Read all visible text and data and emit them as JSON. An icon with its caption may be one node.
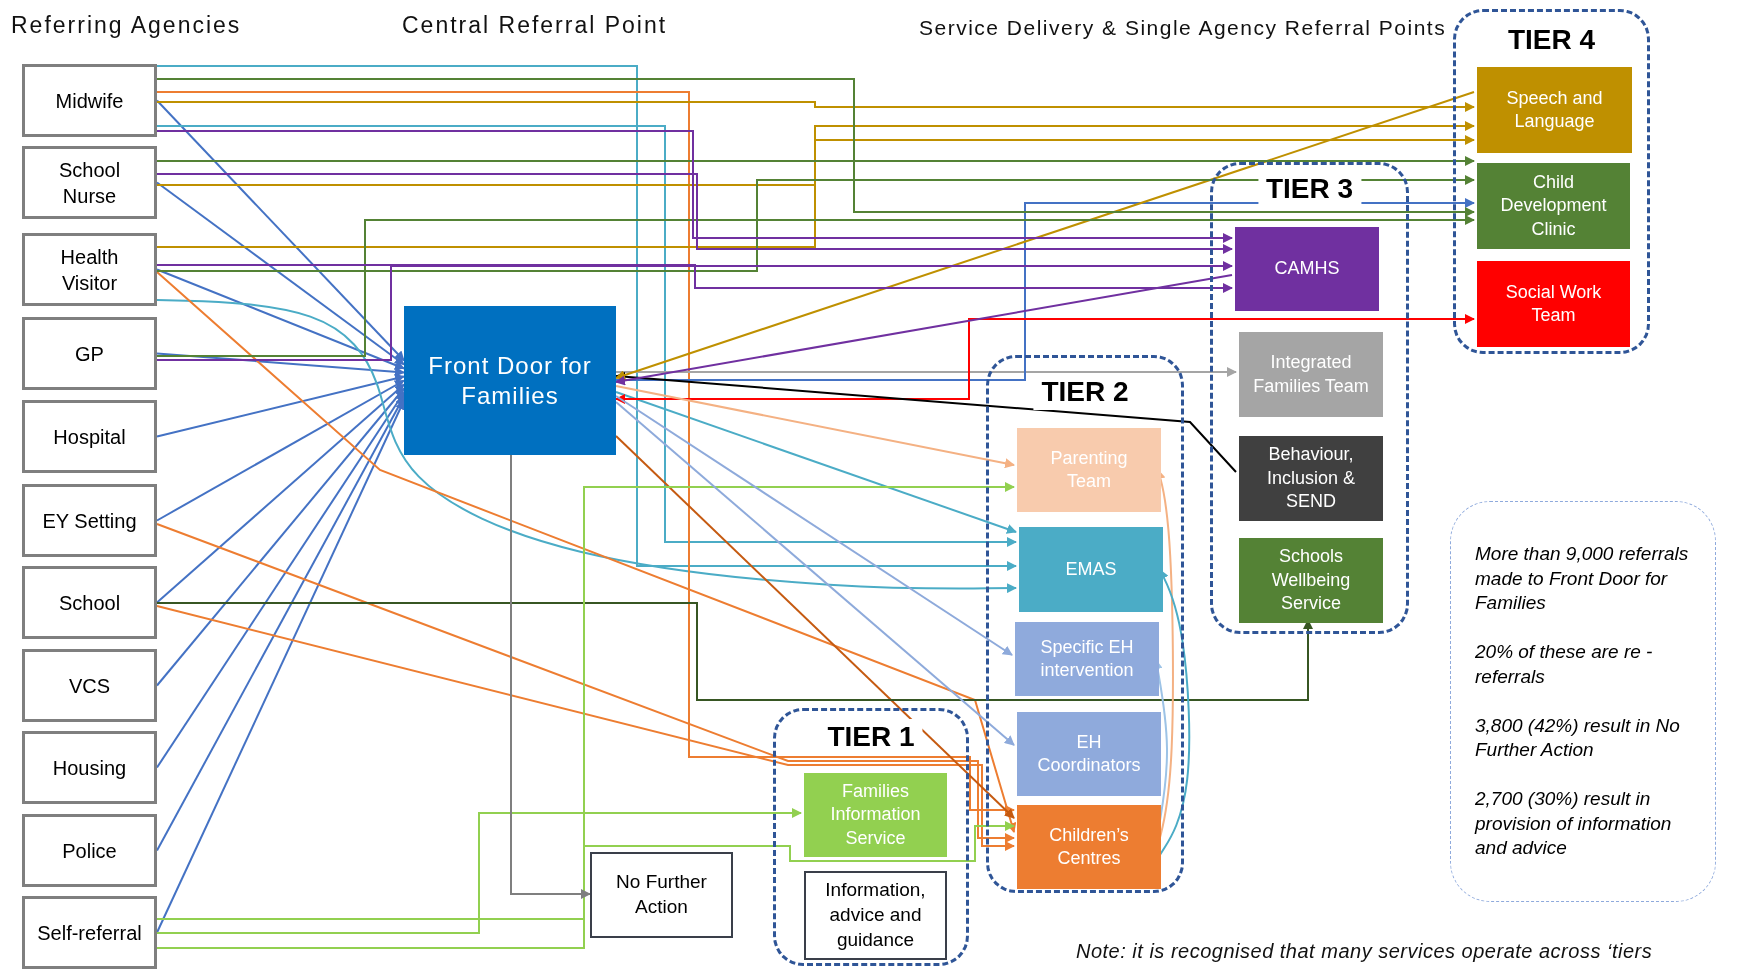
{
  "diagram": {
    "nodes": [
      {
        "text": [
          "Midwife"
        ]
      },
      {
        "text": [
          "School Nurse"
        ]
      },
      {
        "text": [
          "Health Visitor"
        ]
      },
      {
        "text": [
          "GP"
        ]
      },
      {
        "text": [
          "Hospital"
        ]
      },
      {
        "text": [
          "EY Setting"
        ]
      },
      {
        "text": [
          "School"
        ]
      },
      {
        "text": [
          "VCS"
        ]
      },
      {
        "text": [
          "Housing"
        ]
      },
      {
        "text": [
          "Police"
        ]
      },
      {
        "text": [
          "Self-referral"
        ]
      },
      {
        "text": [
          "Front Door for Families"
        ]
      },
      {
        "text": [
          "No Further Action"
        ]
      },
      {
        "text": [
          "TIER 1"
        ]
      },
      {
        "text": [
          "Families Information Service"
        ],
        "in": 13
      },
      {
        "text": [
          "Information, advice and guidance"
        ],
        "in": 13
      },
      {
        "text": [
          "TIER 2"
        ]
      },
      {
        "text": [
          "Parenting Team"
        ],
        "in": 16
      },
      {
        "text": [
          "EMAS"
        ],
        "in": 16
      },
      {
        "text": [
          "Specific EH intervention"
        ],
        "in": 16
      },
      {
        "text": [
          "EH Coordinators"
        ],
        "in": 16
      },
      {
        "text": [
          "Children’s Centres"
        ],
        "in": 16
      },
      {
        "text": [
          "TIER 3"
        ]
      },
      {
        "text": [
          "CAMHS"
        ],
        "in": 22
      },
      {
        "text": [
          "Integrated Families Team"
        ],
        "in": 22
      },
      {
        "text": [
          "Behaviour, Inclusion & SEND"
        ],
        "in": 22
      },
      {
        "text": [
          "Schools Wellbeing Service"
        ],
        "in": 22
      },
      {
        "text": [
          "TIER 4"
        ]
      },
      {
        "text": [
          "Speech and Language"
        ],
        "in": 27
      },
      {
        "text": [
          "Child Development Clinic"
        ],
        "in": 27
      },
      {
        "text": [
          "Social Work Team"
        ],
        "in": 27
      },
      {
        "text": [
          "More than 9,000 referrals made to Front Door for Families",
          "20% of these are re - referrals",
          "3,800 (42%) result in No Further Action",
          "2,700 (30%) result in provision of information and advice"
        ]
      }
    ],
    "edges": [
      {
        "from": 0,
        "to": 11,
        "arrow": "to"
      },
      {
        "from": 1,
        "to": 11,
        "arrow": "to"
      },
      {
        "from": 2,
        "to": 11,
        "arrow": "to"
      },
      {
        "from": 3,
        "to": 11,
        "arrow": "to"
      },
      {
        "from": 4,
        "to": 11,
        "arrow": "to"
      },
      {
        "from": 5,
        "to": 11,
        "arrow": "to"
      },
      {
        "from": 6,
        "to": 11,
        "arrow": "to"
      },
      {
        "from": 7,
        "to": 11,
        "arrow": "to"
      },
      {
        "from": 8,
        "to": 11,
        "arrow": "to"
      },
      {
        "from": 9,
        "to": 11,
        "arrow": "to"
      },
      {
        "from": 10,
        "to": 11,
        "arrow": "to"
      },
      {
        "from": 0,
        "to": 18,
        "arrow": "to",
        "color": "#4bacc6"
      },
      {
        "from": 0,
        "to": 18,
        "arrow": "to",
        "color": "#4bacc6"
      },
      {
        "from": 2,
        "to": 18,
        "arrow": "to",
        "color": "#4bacc6"
      },
      {
        "from": 11,
        "to": 18,
        "arrow": "to",
        "color": "#4bacc6"
      },
      {
        "from": 0,
        "to": 21,
        "arrow": "to",
        "color": "#ed7d31"
      },
      {
        "from": 2,
        "to": 21,
        "arrow": "to",
        "color": "#ed7d31"
      },
      {
        "from": 5,
        "to": 21,
        "arrow": "to",
        "color": "#ed7d31"
      },
      {
        "from": 6,
        "to": 21,
        "arrow": "to",
        "color": "#ed7d31"
      },
      {
        "from": 11,
        "to": 21,
        "arrow": "to",
        "color": "#c55a11"
      },
      {
        "from": 6,
        "to": 26,
        "arrow": "to",
        "color": "#375623"
      },
      {
        "from": 10,
        "to": 17,
        "arrow": "to",
        "color": "#92d050"
      },
      {
        "from": 10,
        "to": 14,
        "arrow": "to",
        "color": "#92d050"
      },
      {
        "from": 10,
        "to": 21,
        "arrow": "to",
        "color": "#92d050"
      },
      {
        "from": 11,
        "to": 12,
        "arrow": "to",
        "color": "#7f7f7f"
      },
      {
        "from": 11,
        "to": 24,
        "arrow": "to",
        "color": "#a5a5a5"
      },
      {
        "from": 11,
        "to": 29,
        "arrow": "to"
      },
      {
        "from": 30,
        "to": 11,
        "arrow": "both",
        "color": "#ff0000"
      },
      {
        "from": 25,
        "to": 11,
        "arrow": "to",
        "color": "#000000"
      },
      {
        "from": 28,
        "to": 11,
        "arrow": "to",
        "color": "#bf9000"
      },
      {
        "from": 23,
        "to": 11,
        "arrow": "to",
        "color": "#7030a0"
      },
      {
        "from": 11,
        "to": 17,
        "arrow": "to",
        "color": "#f4b183"
      },
      {
        "from": 11,
        "to": 19,
        "arrow": "to",
        "color": "#8eaadb"
      },
      {
        "from": 11,
        "to": 20,
        "arrow": "to",
        "color": "#8eaadb"
      },
      {
        "from": 21,
        "to": 17,
        "arrow": "to",
        "color": "#f4b183"
      },
      {
        "from": 21,
        "to": 18,
        "arrow": "to",
        "color": "#4bacc6"
      },
      {
        "from": 21,
        "to": 19,
        "arrow": "to",
        "color": "#9dc3e6"
      },
      {
        "from": 0,
        "to": 28,
        "arrow": "to",
        "color": "#bf9000"
      },
      {
        "from": 1,
        "to": 28,
        "arrow": "to",
        "color": "#bf9000"
      },
      {
        "from": 2,
        "to": 28,
        "arrow": "to",
        "color": "#bf9000"
      },
      {
        "from": 0,
        "to": 29,
        "arrow": "to",
        "color": "#548235"
      },
      {
        "from": 1,
        "to": 29,
        "arrow": "to",
        "color": "#548235"
      },
      {
        "from": 2,
        "to": 29,
        "arrow": "to",
        "color": "#548235"
      },
      {
        "from": 3,
        "to": 29,
        "arrow": "to",
        "color": "#548235"
      },
      {
        "from": 0,
        "to": 23,
        "arrow": "to",
        "color": "#7030a0"
      },
      {
        "from": 1,
        "to": 23,
        "arrow": "to",
        "color": "#7030a0"
      },
      {
        "from": 2,
        "to": 23,
        "arrow": "to",
        "color": "#7030a0"
      },
      {
        "from": 3,
        "to": 23,
        "arrow": "to",
        "color": "#7030a0"
      }
    ],
    "labels": [
      "Referring Agencies",
      "Central Referral Point",
      "Service Delivery & Single Agency Referral Points",
      "Note: it is recognised that many services operate across ‘tiers"
    ]
  }
}
